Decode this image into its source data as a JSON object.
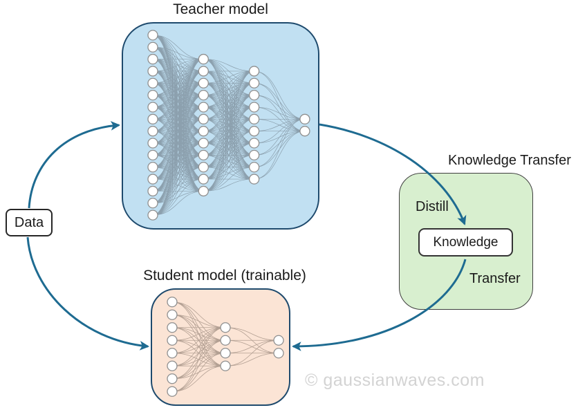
{
  "teacher": {
    "title": "Teacher model",
    "layers": [
      16,
      12,
      10,
      2
    ],
    "fill": "#c1e0f2",
    "border": "#1e4a6d"
  },
  "student": {
    "title": "Student model (trainable)",
    "layers": [
      8,
      4,
      2
    ],
    "fill": "#fbe4d5",
    "border": "#1e4a6d"
  },
  "data_box": {
    "label": "Data"
  },
  "knowledge_transfer": {
    "title": "Knowledge Transfer",
    "distill_label": "Distill",
    "knowledge_label": "Knowledge",
    "transfer_label": "Transfer",
    "fill": "#d8efcf",
    "border": "#3d3d3d"
  },
  "arrows": {
    "color": "#1e6b91",
    "connections": [
      {
        "from": "data",
        "to": "teacher-model"
      },
      {
        "from": "data",
        "to": "student-model"
      },
      {
        "from": "teacher-model",
        "to": "knowledge"
      },
      {
        "from": "knowledge",
        "to": "student-model"
      }
    ]
  },
  "watermark": "© gaussianwaves.com"
}
